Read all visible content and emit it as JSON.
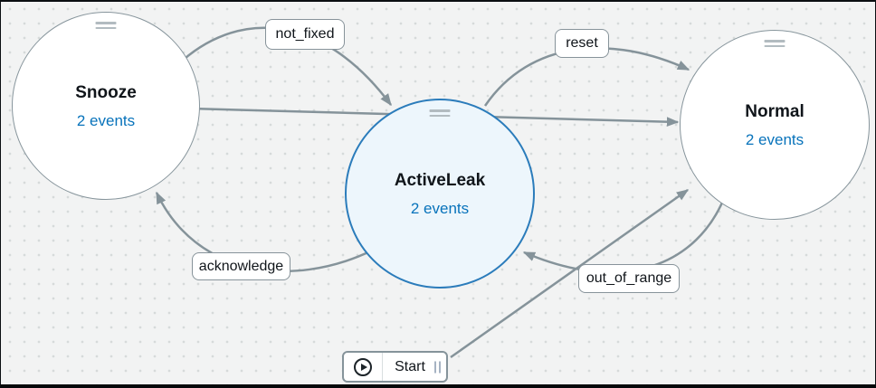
{
  "canvas": {
    "background_color": "#f2f3f3",
    "dot_color": "#d6dada",
    "edge_color": "#85939a",
    "link_color": "#0873bb",
    "active_state_border_color": "#2b7cbb",
    "active_state_fill_color": "#edf6fc"
  },
  "states": [
    {
      "id": "snooze",
      "title": "Snooze",
      "events_link": "2 events"
    },
    {
      "id": "activeleak",
      "title": "ActiveLeak",
      "events_link": "2 events"
    },
    {
      "id": "normal",
      "title": "Normal",
      "events_link": "2 events"
    }
  ],
  "transitions": [
    {
      "label": "not_fixed",
      "from": "Snooze",
      "to": "ActiveLeak"
    },
    {
      "label": "reset",
      "from": "ActiveLeak",
      "to": "Normal"
    },
    {
      "label": "acknowledge",
      "from": "ActiveLeak",
      "to": "Snooze"
    },
    {
      "label": "out_of_range",
      "from": "Normal",
      "to": "ActiveLeak"
    },
    {
      "label": "",
      "from": "Snooze",
      "to": "Normal"
    }
  ],
  "start_node": {
    "label": "Start",
    "points_to": "Normal"
  }
}
